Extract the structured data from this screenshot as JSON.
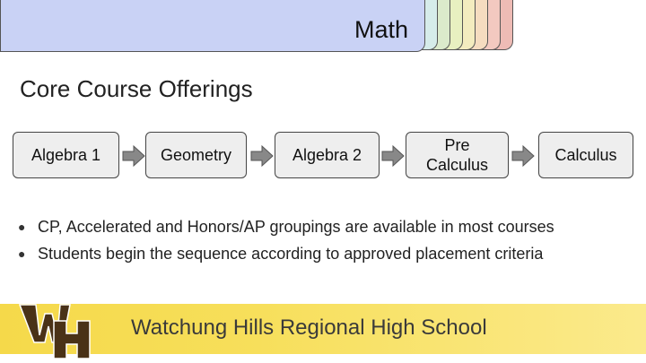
{
  "header": {
    "title": "Math",
    "tab_colors": [
      "#c9d2f5",
      "#d6ecea",
      "#dbeacb",
      "#e8f0c0",
      "#f3ecbf",
      "#f5dcc0",
      "#f3c9c0",
      "#eebbb5"
    ]
  },
  "section": {
    "title": "Core Course Offerings"
  },
  "courses": [
    {
      "label": "Algebra 1"
    },
    {
      "label": "Geometry"
    },
    {
      "label": "Algebra 2"
    },
    {
      "label": "Pre Calculus"
    },
    {
      "label": "Calculus"
    }
  ],
  "bullets": [
    "CP, Accelerated and Honors/AP groupings are available in most courses",
    "Students begin the sequence according to approved placement criteria"
  ],
  "footer": {
    "school_name": "Watchung Hills Regional High School",
    "logo_text": "WH",
    "band_color": "#f5d94a",
    "logo_color": "#4a3217"
  }
}
